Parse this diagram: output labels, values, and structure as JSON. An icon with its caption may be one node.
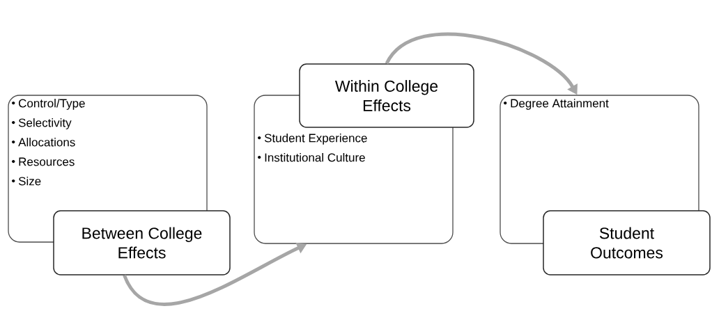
{
  "diagram": {
    "nodes": [
      {
        "text": [
          "Control/Type",
          "Selectivity",
          "Allocations",
          "Resources",
          "Size"
        ]
      },
      {
        "text": [
          "Between College Effects"
        ]
      },
      {
        "text": [
          "Student Experience",
          "Institutional Culture"
        ]
      },
      {
        "text": [
          "Within College Effects"
        ]
      },
      {
        "text": [
          "Degree Attainment"
        ]
      },
      {
        "text": [
          "Student Outcomes"
        ]
      }
    ],
    "edges": [
      {
        "from": 1,
        "to": 2,
        "arrow": "to"
      },
      {
        "from": 3,
        "to": 4,
        "arrow": "to"
      }
    ]
  }
}
